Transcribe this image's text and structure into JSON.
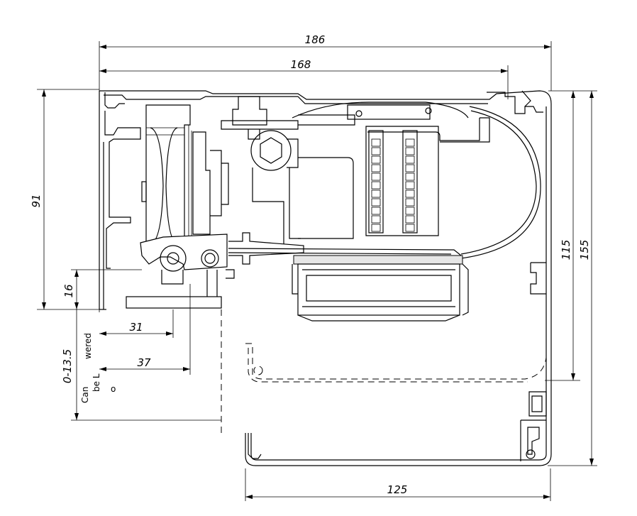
{
  "dimensions": {
    "overall_width": "186",
    "inner_width": "168",
    "left_height": "91",
    "lower_height": "16",
    "offset_a": "31",
    "offset_b": "37",
    "adjust_range": "0-13.5",
    "right_inner_height": "115",
    "right_total_height": "155",
    "bottom_width": "125"
  },
  "notes": {
    "can": "Can",
    "be": "be L",
    "wered": "wered",
    "circle_mark": "o"
  }
}
